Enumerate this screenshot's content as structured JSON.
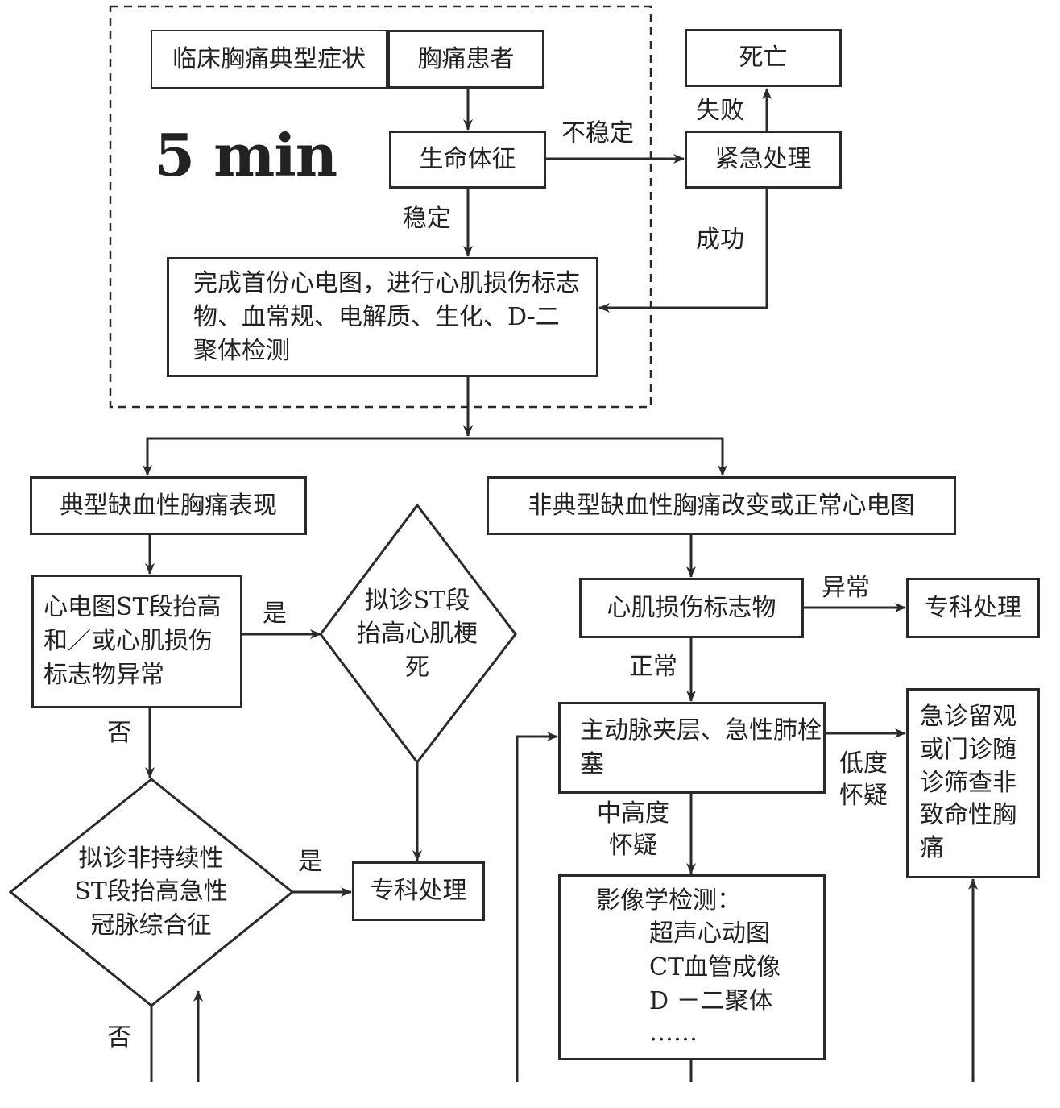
{
  "time_label": "5 min",
  "nodes": {
    "typical_symptoms": "临床胸痛典型症状",
    "chest_pain_patient": "胸痛患者",
    "death": "死亡",
    "vital_signs": "生命体征",
    "emergency_treatment": "紧急处理",
    "first_ecg": "完成首份心电图，进行心肌损伤标志物、血常规、电解质、生化、D-二聚体检测",
    "typical_ischemic": "典型缺血性胸痛表现",
    "atypical_ischemic": "非典型缺血性胸痛改变或正常心电图",
    "st_elevation_check": "心电图ST段抬高和／或心肌损伤标志物异常",
    "stemi_diamond": "拟诊ST段抬高心肌梗死",
    "myocardial_markers": "心肌损伤标志物",
    "specialist_right": "专科处理",
    "aortic_pe": "主动脉夹层、急性肺栓塞",
    "observation": "急诊留观或门诊随诊筛查非致命性胸痛",
    "nste_acs_diamond": "拟诊非持续性ST段抬高急性冠脉综合征",
    "specialist_left": "专科处理",
    "imaging_title": "影像学检测：",
    "imaging_items": [
      "超声心动图",
      "CT血管成像",
      "D －二聚体",
      "……"
    ]
  },
  "edge_labels": {
    "unstable": "不稳定",
    "failure": "失败",
    "stable": "稳定",
    "success": "成功",
    "yes_1": "是",
    "no_1": "否",
    "yes_2": "是",
    "no_2": "否",
    "abnormal": "异常",
    "normal": "正常",
    "low_suspicion": "低度怀疑",
    "mid_high_suspicion": "中高度怀疑"
  }
}
